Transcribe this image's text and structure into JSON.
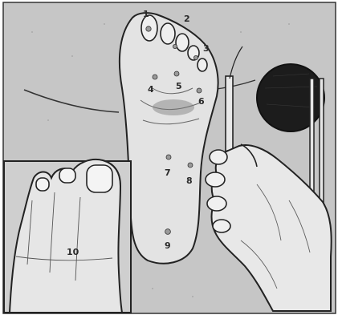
{
  "figure": {
    "subject": "sole-of-foot-pressure-point-testing",
    "point_labels": [
      "1",
      "2",
      "3",
      "4",
      "5",
      "6",
      "7",
      "8",
      "9",
      "10"
    ]
  },
  "colors": {
    "background": "#ffffff",
    "paper": "#c4c4c4",
    "ink": "#2a2a2a",
    "dark_disc": "#1c1c1c"
  }
}
